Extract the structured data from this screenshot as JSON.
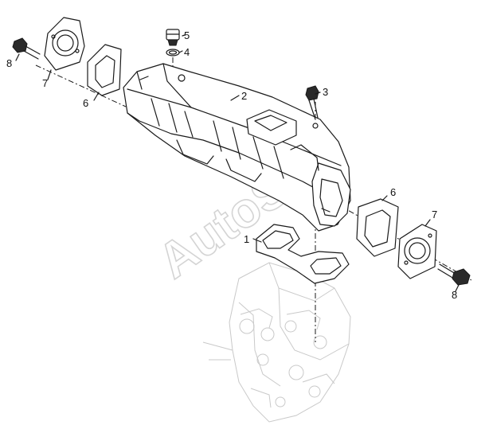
{
  "callouts": {
    "c1": "1",
    "c2": "2",
    "c3": "3",
    "c4": "4",
    "c5": "5",
    "c6_left": "6",
    "c6_right": "6",
    "c7_left": "7",
    "c7_right": "7",
    "c8_left": "8",
    "c8_right": "8"
  },
  "watermark": "AutoSoft"
}
